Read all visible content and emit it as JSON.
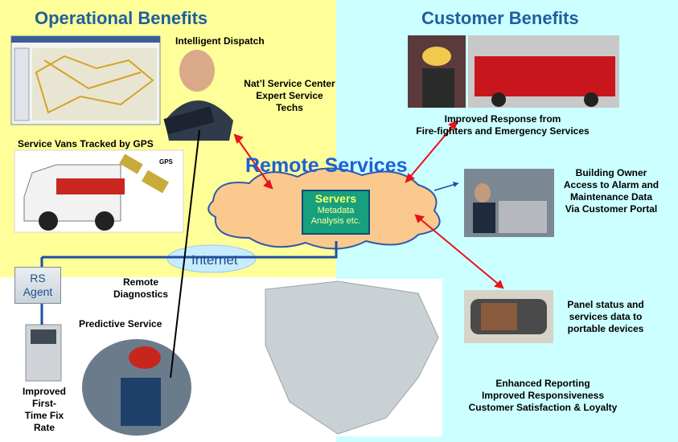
{
  "headings": {
    "operational": "Operational Benefits",
    "customer": "Customer Benefits",
    "remote_services": "Remote Services",
    "internet": "Internet"
  },
  "servers": {
    "title": "Servers",
    "line1": "Metadata",
    "line2": "Analysis etc."
  },
  "rs_agent": {
    "line1": "RS",
    "line2": "Agent"
  },
  "labels": {
    "intelligent_dispatch": "Intelligent Dispatch",
    "natl_service_1": "Nat’l Service Center",
    "natl_service_2": "Expert Service",
    "natl_service_3": "Techs",
    "service_vans": "Service Vans Tracked by GPS",
    "gps": "GPS",
    "remote_diag_1": "Remote",
    "remote_diag_2": "Diagnostics",
    "predictive": "Predictive Service",
    "fix_1": "Improved",
    "fix_2": "First-",
    "fix_3": "Time Fix",
    "fix_4": "Rate",
    "response_1": "Improved Response from",
    "response_2": "Fire-fighters and Emergency Services",
    "owner_1": "Building Owner",
    "owner_2": "Access to Alarm and",
    "owner_3": "Maintenance Data",
    "owner_4": "Via Customer Portal",
    "panel_1": "Panel status and",
    "panel_2": "services data to",
    "panel_3": "portable devices",
    "reporting_1": "Enhanced Reporting",
    "reporting_2": "Improved Responsiveness",
    "reporting_3": "Customer Satisfaction & Loyalty"
  },
  "colors": {
    "left_panel": "#ffff99",
    "right_panel": "#ccffff",
    "heading": "#1f5e9f",
    "remote_services": "#1f5fd6",
    "arrow": "#e8121a",
    "network_line": "#1f4fa0",
    "servers_box": "#16a07e"
  }
}
